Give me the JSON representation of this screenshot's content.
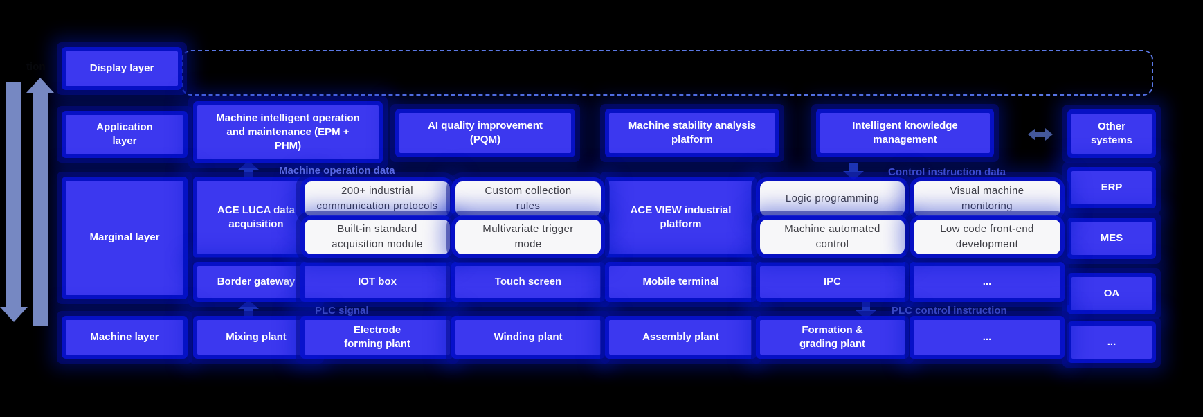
{
  "diagram_title_fragment": "tion",
  "colors": {
    "background": "#000000",
    "node_blue": "#3c38ef",
    "card_white": "#f7f7f9",
    "glow_blue": "#0819d2",
    "dashed_border": "#5b79e6",
    "flow_label_light": "#5868e4",
    "flow_label_dark": "#3746c3",
    "side_arrow": "#7688c2",
    "link_arrow": "#44589a"
  },
  "layers": {
    "display": "Display layer",
    "application": "Application layer",
    "marginal": "Marginal layer",
    "machine": "Machine layer"
  },
  "application_row": [
    "Machine intelligent operation and maintenance (EPM + PHM)",
    "AI quality improvement (PQM)",
    "Machine stability analysis platform",
    "Intelligent knowledge management"
  ],
  "marginal_nodes": {
    "ace_luca": "ACE LUCA data acquisition",
    "ace_view": "ACE VIEW industrial platform"
  },
  "capability_cards": {
    "protocols": "200+ industrial communication protocols",
    "custom_rules": "Custom collection rules",
    "builtin_module": "Built-in standard acquisition module",
    "multivariate": "Multivariate trigger mode",
    "logic": "Logic programming",
    "visual_monitoring": "Visual machine monitoring",
    "auto_control": "Machine automated control",
    "low_code": "Low code front-end development"
  },
  "device_row": [
    "Border gateway",
    "IOT box",
    "Touch screen",
    "Mobile terminal",
    "IPC",
    "..."
  ],
  "machine_row": [
    "Mixing plant",
    "Electrode forming plant",
    "Winding plant",
    "Assembly plant",
    "Formation & grading plant",
    "..."
  ],
  "right_column": {
    "other_systems": "Other systems",
    "erp": "ERP",
    "mes": "MES",
    "oa": "OA",
    "more": "..."
  },
  "flow_labels": {
    "machine_operation_data": "Machine operation data",
    "control_instruction_data": "Control instruction data",
    "plc_signal": "PLC signal",
    "plc_control_instruction": "PLC control instruction"
  }
}
